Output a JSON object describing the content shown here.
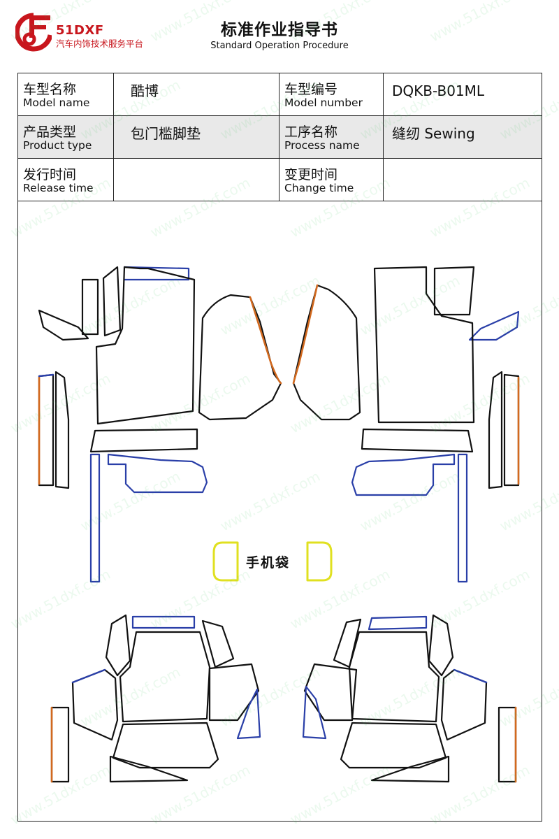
{
  "brand": {
    "name": "51DXF",
    "subtitle": "汽车内饰技术服务平台",
    "accent_color": "#c8161d"
  },
  "title": {
    "cn": "标准作业指导书",
    "en": "Standard Operation Procedure"
  },
  "info": {
    "model_name_cn": "车型名称",
    "model_name_en": "Model name",
    "model_name_value": "酷博",
    "model_number_cn": "车型编号",
    "model_number_en": "Model number",
    "model_number_value": "DQKB-B01ML",
    "product_type_cn": "产品类型",
    "product_type_en": "Product type",
    "product_type_value": "包门槛脚垫",
    "process_name_cn": "工序名称",
    "process_name_en": "Process name",
    "process_name_value": "缝纫 Sewing",
    "release_time_cn": "发行时间",
    "release_time_en": "Release time",
    "release_time_value": "",
    "change_time_cn": "变更时间",
    "change_time_en": "Change time",
    "change_time_value": ""
  },
  "drawing": {
    "phone_pocket_label": "手机袋",
    "colors": {
      "outline": "#111111",
      "blue_edge": "#2a3fa8",
      "orange_edge": "#d2691e",
      "yellow_edge": "#e0e020"
    }
  },
  "watermark": {
    "text": "www.51dxf.com"
  }
}
